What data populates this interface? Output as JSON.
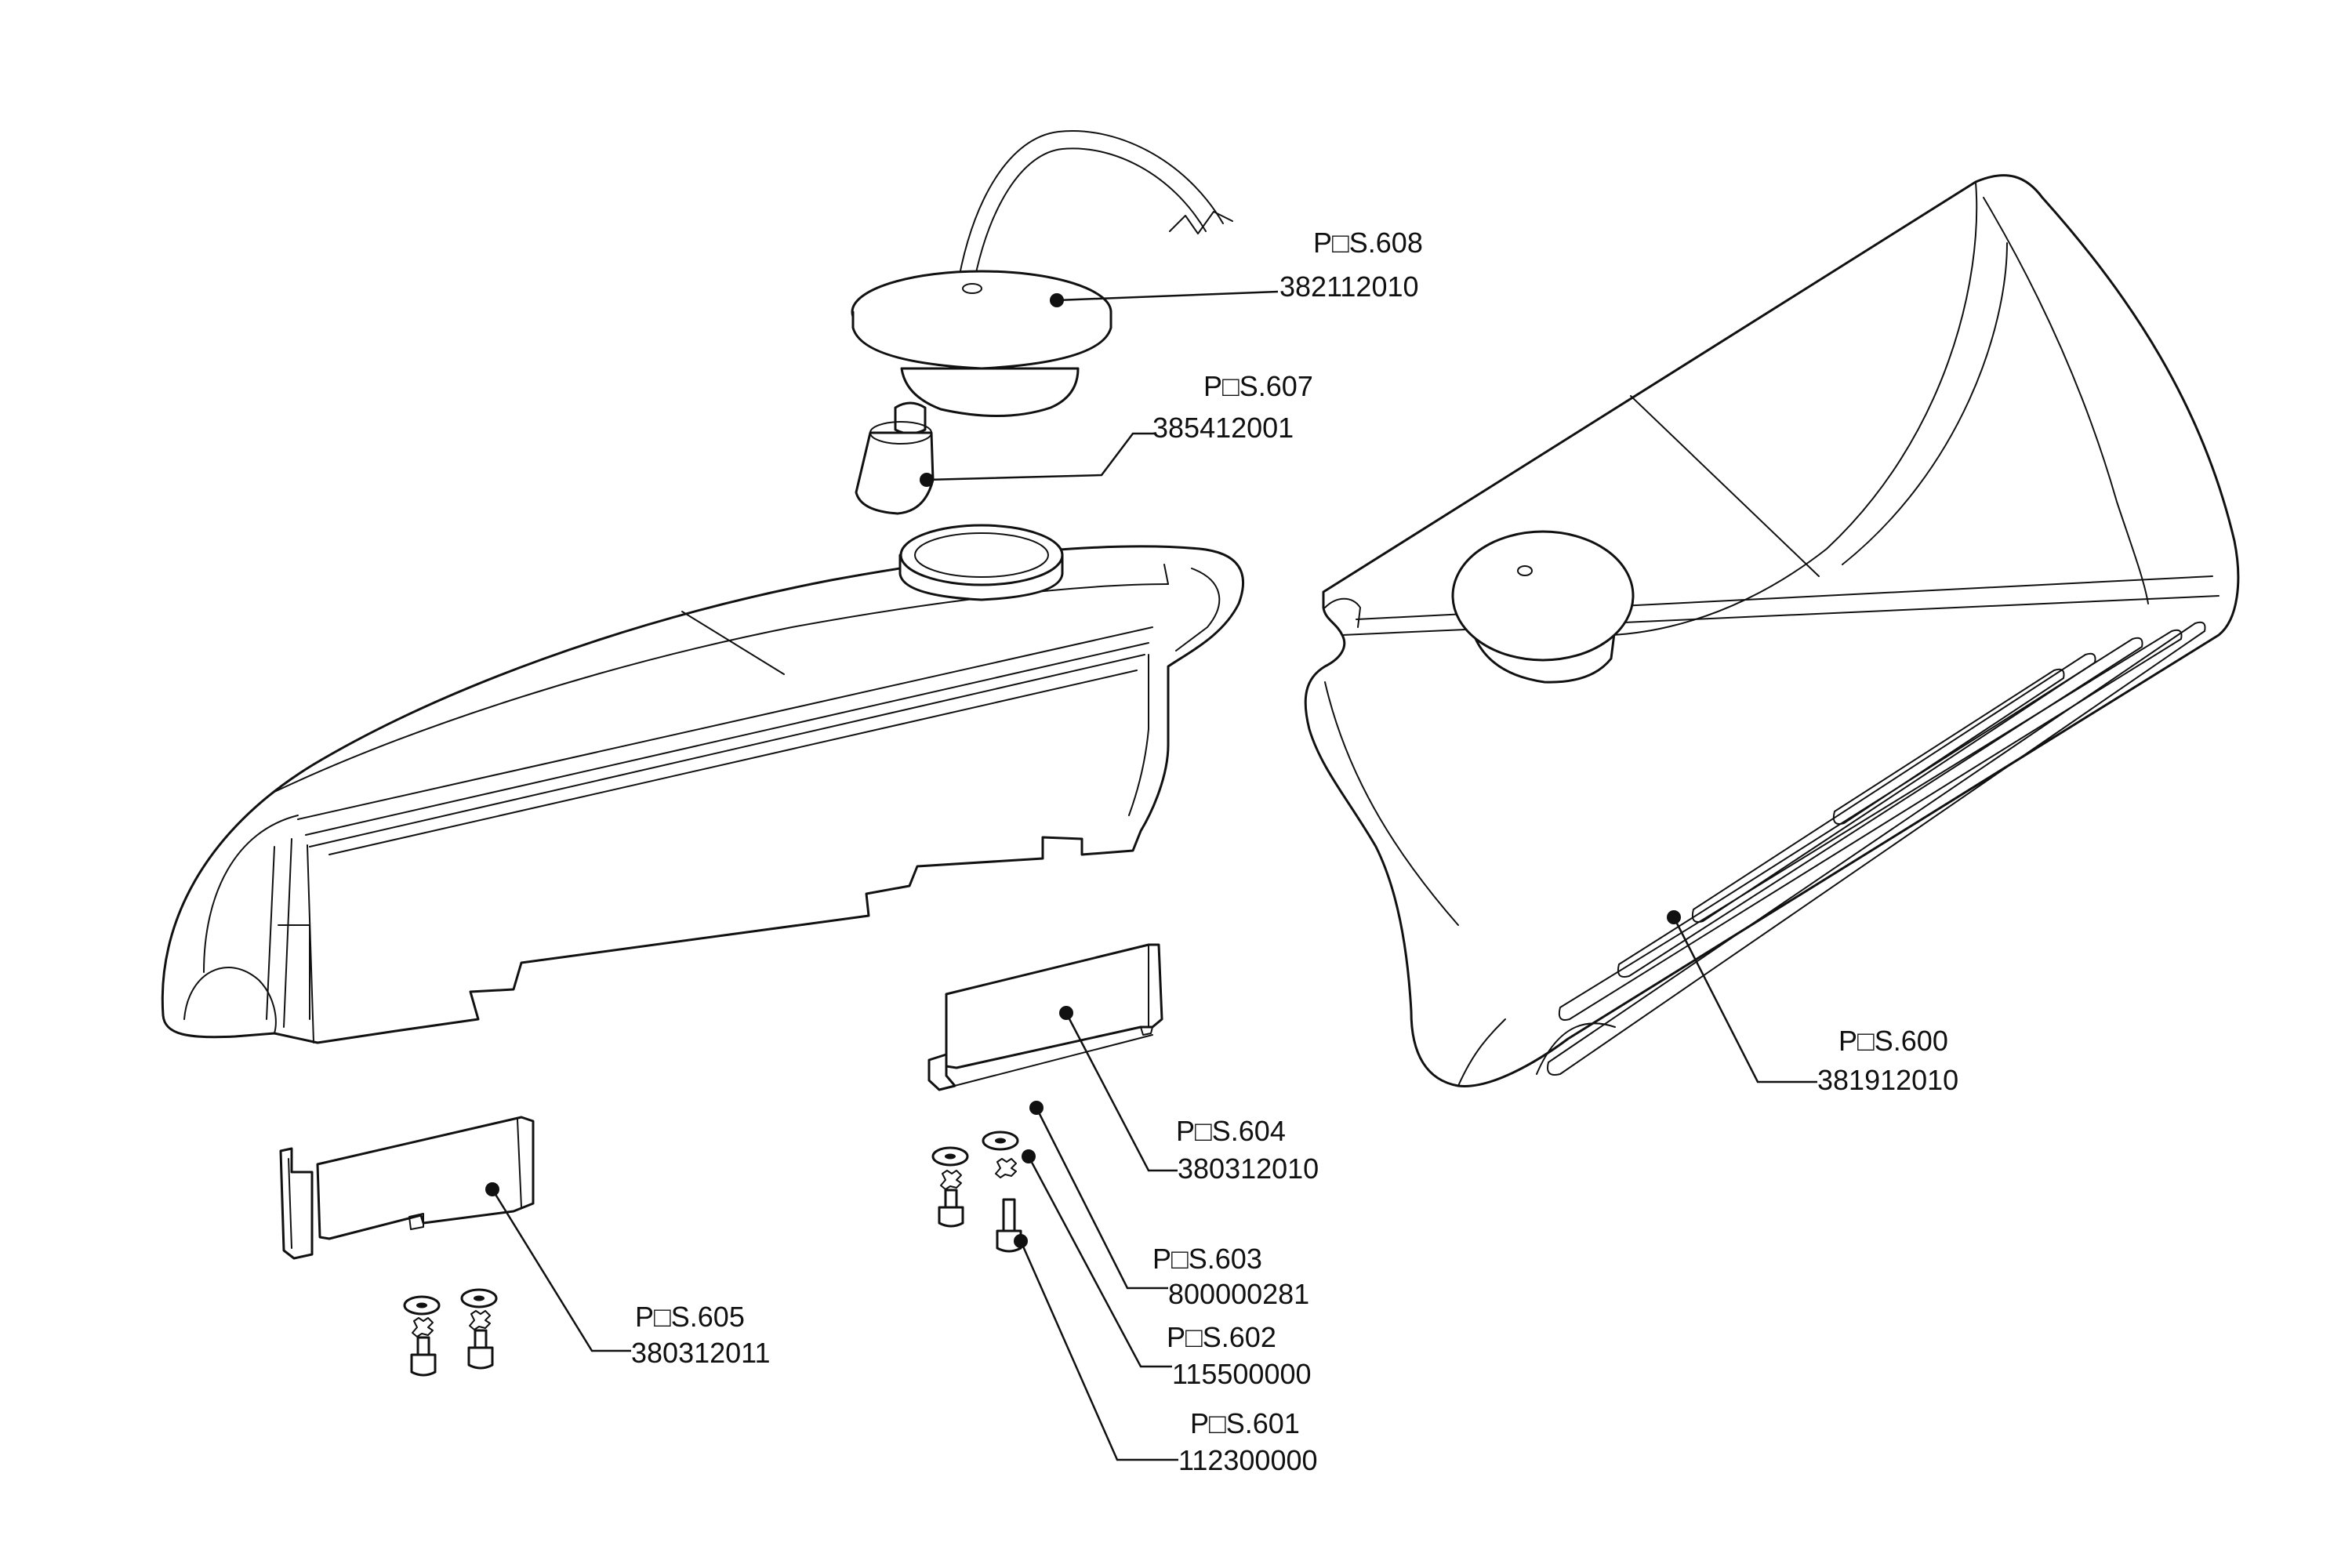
{
  "callouts": [
    {
      "id": "608",
      "pos": "P□S.608",
      "number": "382112010"
    },
    {
      "id": "607",
      "pos": "P□S.607",
      "number": "385412001"
    },
    {
      "id": "600",
      "pos": "P□S.600",
      "number": "381912010"
    },
    {
      "id": "604",
      "pos": "P□S.604",
      "number": "380312010"
    },
    {
      "id": "603",
      "pos": "P□S.603",
      "number": "800000281"
    },
    {
      "id": "602",
      "pos": "P□S.602",
      "number": "115500000"
    },
    {
      "id": "601",
      "pos": "P□S.601",
      "number": "112300000"
    },
    {
      "id": "605",
      "pos": "P□S.605",
      "number": "380312011"
    }
  ],
  "icons": [
    "exploded-assembly-drawing"
  ],
  "colors": {
    "line": "#111111",
    "background": "#ffffff"
  }
}
